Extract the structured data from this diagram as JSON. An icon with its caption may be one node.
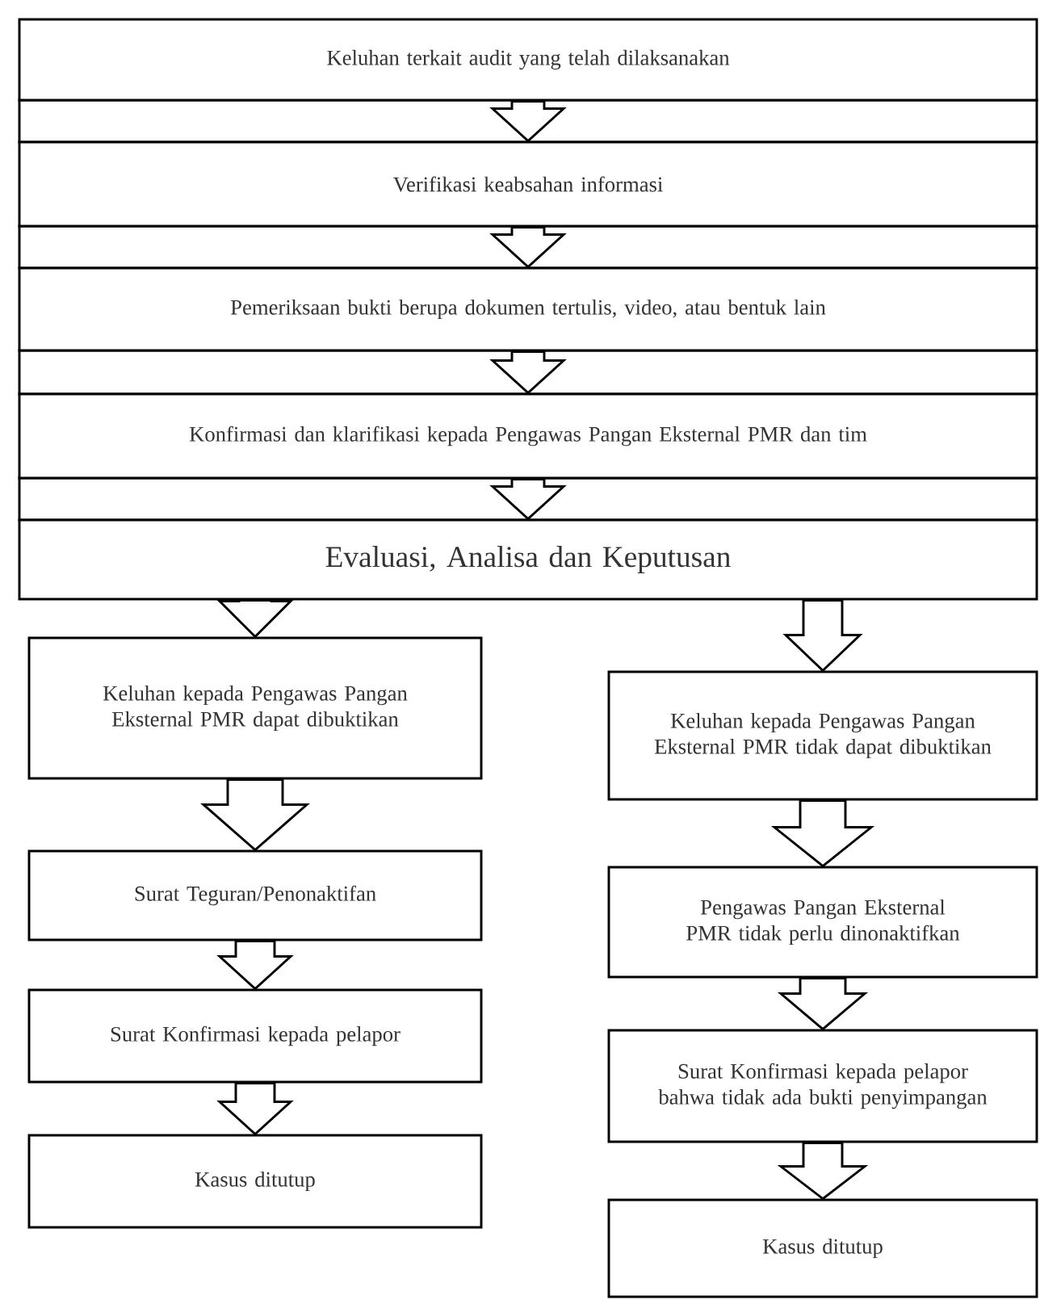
{
  "diagram": {
    "nodes": [
      {
        "text": [
          "Keluhan terkait audit yang telah dilaksanakan"
        ]
      },
      {
        "text": [
          "Verifikasi keabsahan informasi"
        ]
      },
      {
        "text": [
          "Pemeriksaan bukti berupa dokumen tertulis, video, atau bentuk lain"
        ]
      },
      {
        "text": [
          "Konfirmasi dan klarifikasi kepada Pengawas Pangan Eksternal PMR dan tim"
        ]
      },
      {
        "text": [
          "Evaluasi, Analisa dan Keputusan"
        ]
      },
      {
        "text": [
          "Keluhan kepada Pengawas Pangan Eksternal PMR dapat dibuktikan"
        ]
      },
      {
        "text": [
          "Surat Teguran/Penonaktifan"
        ]
      },
      {
        "text": [
          "Surat Konfirmasi kepada pelapor"
        ]
      },
      {
        "text": [
          "Kasus ditutup"
        ]
      },
      {
        "text": [
          "Keluhan kepada Pengawas Pangan Eksternal PMR tidak dapat dibuktikan"
        ]
      },
      {
        "text": [
          "Pengawas Pangan Eksternal PMR tidak perlu dinonaktifkan"
        ]
      },
      {
        "text": [
          "Surat Konfirmasi kepada pelapor bahwa tidak ada bukti penyimpangan"
        ]
      },
      {
        "text": [
          "Kasus ditutup"
        ]
      }
    ],
    "edges": [
      {
        "from": 0,
        "to": 1,
        "arrow": "to"
      },
      {
        "from": 1,
        "to": 2,
        "arrow": "to"
      },
      {
        "from": 2,
        "to": 3,
        "arrow": "to"
      },
      {
        "from": 3,
        "to": 4,
        "arrow": "to"
      },
      {
        "from": 4,
        "to": 5,
        "arrow": "to"
      },
      {
        "from": 4,
        "to": 9,
        "arrow": "to"
      },
      {
        "from": 5,
        "to": 6,
        "arrow": "to"
      },
      {
        "from": 6,
        "to": 7,
        "arrow": "to"
      },
      {
        "from": 7,
        "to": 8,
        "arrow": "to"
      },
      {
        "from": 9,
        "to": 10,
        "arrow": "to"
      },
      {
        "from": 10,
        "to": 11,
        "arrow": "to"
      },
      {
        "from": 11,
        "to": 12,
        "arrow": "to"
      }
    ]
  }
}
